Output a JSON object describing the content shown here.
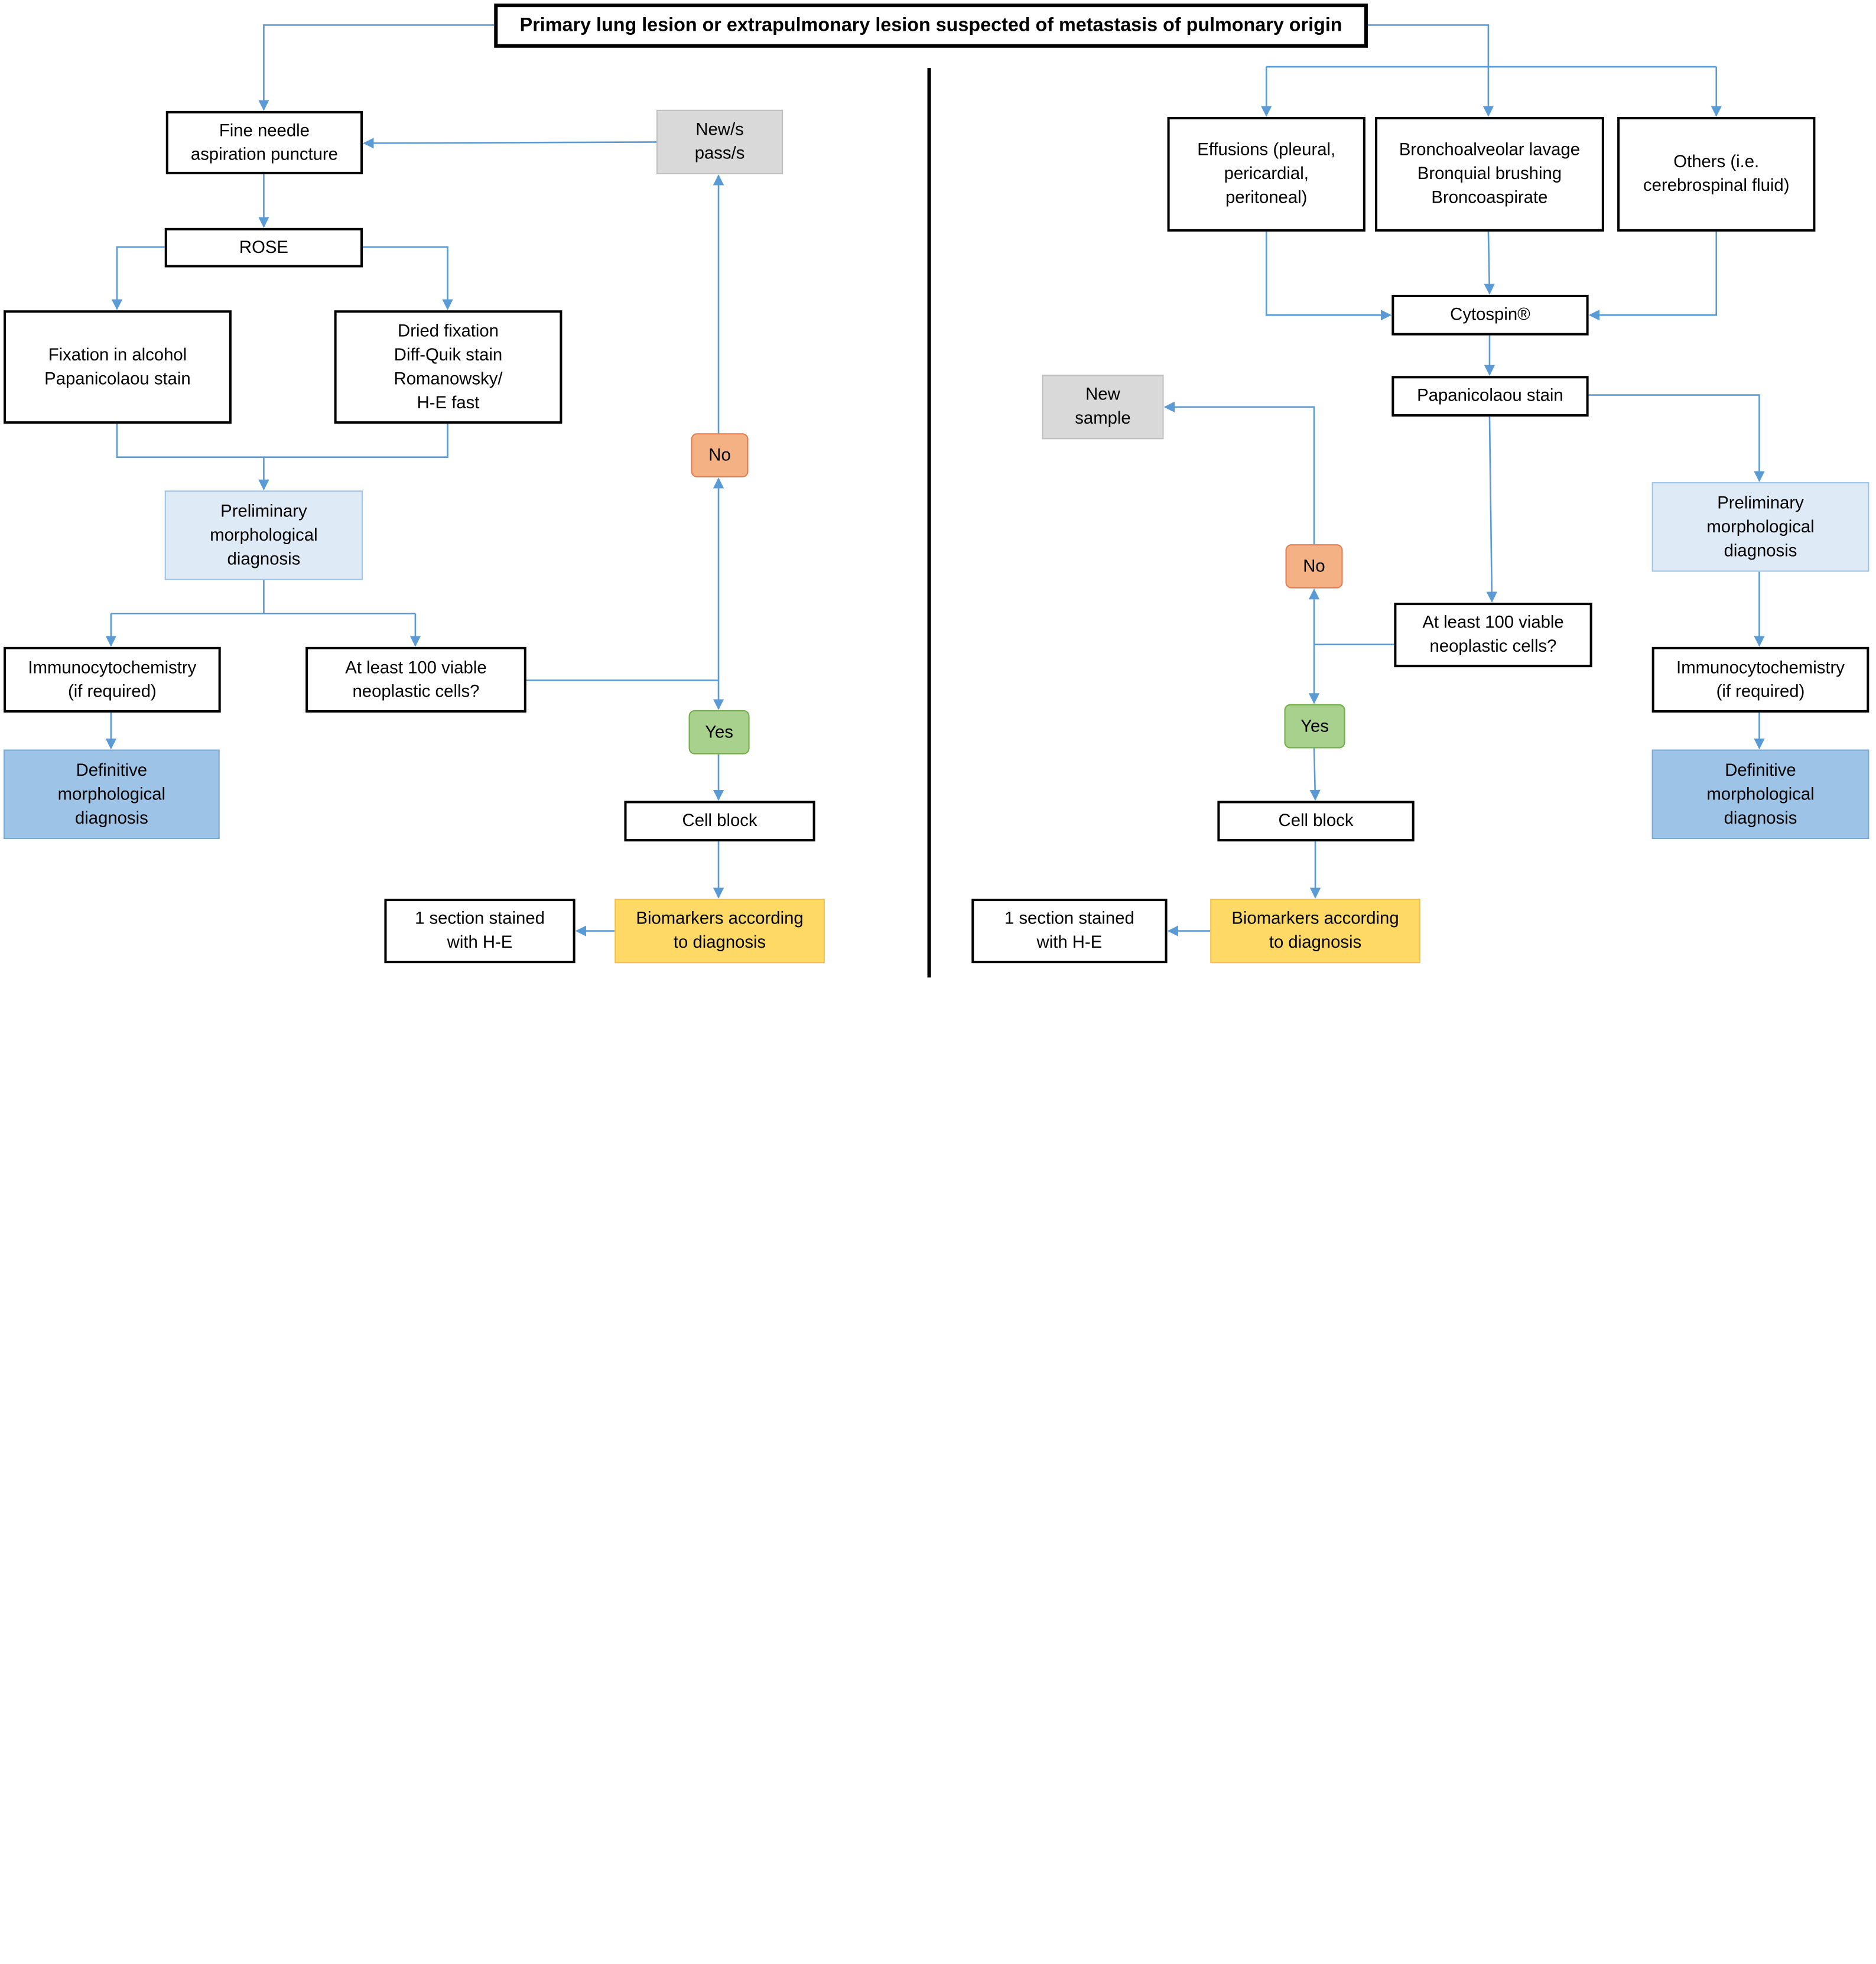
{
  "title": "Primary lung lesion or extrapulmonary lesion suspected of metastasis of pulmonary origin",
  "colors": {
    "connector": "#5b9bd5",
    "divider": "#000000"
  },
  "left": {
    "fna": "Fine needle\naspiration puncture",
    "new_pass": "New/s\npass/s",
    "rose": "ROSE",
    "fixation_alcohol": "Fixation in alcohol\nPapanicolaou stain",
    "dried_fixation": "Dried fixation\nDiff-Quik stain\nRomanowsky/\nH-E fast",
    "no": "No",
    "preliminary": "Preliminary\nmorphological\ndiagnosis",
    "immuno": "Immunocytochemistry\n(if required)",
    "at_least": "At least 100 viable\nneoplastic cells?",
    "yes": "Yes",
    "definitive": "Definitive\nmorphological\ndiagnosis",
    "cell_block": "Cell block",
    "section": "1 section stained\nwith H-E",
    "biomarkers": "Biomarkers according\nto diagnosis"
  },
  "right": {
    "effusions": "Effusions (pleural,\npericardial,\nperitoneal)",
    "bal": "Bronchoalveolar lavage\nBronquial brushing\nBroncoaspirate",
    "others": "Others (i.e.\ncerebrospinal fluid)",
    "cytospin": "Cytospin®",
    "new_sample": "New\nsample",
    "papanicolaou": "Papanicolaou stain",
    "preliminary": "Preliminary\nmorphological\ndiagnosis",
    "no": "No",
    "at_least": "At least 100 viable\nneoplastic cells?",
    "yes": "Yes",
    "immuno": "Immunocytochemistry\n(if required)",
    "definitive": "Definitive\nmorphological\ndiagnosis",
    "cell_block": "Cell block",
    "section": "1 section stained\nwith H-E",
    "biomarkers": "Biomarkers according\nto diagnosis"
  }
}
